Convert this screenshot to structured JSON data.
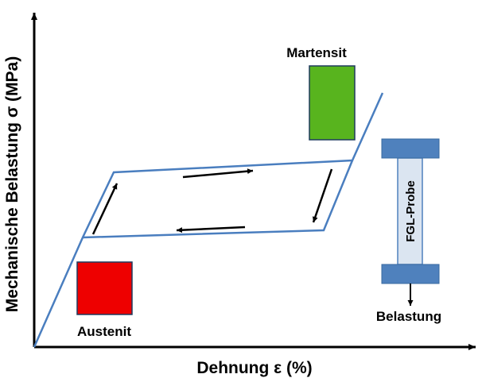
{
  "axes": {
    "ylabel": "Mechanische Belastung σ (MPa)",
    "xlabel": "Dehnung ε (%)"
  },
  "labels": {
    "martensite": "Martensit",
    "austenite": "Austenit",
    "specimen": "FGL-Probe",
    "load": "Belastung"
  },
  "colors": {
    "curve": "#4a7ebf",
    "martensite": "#58b41e",
    "austenite": "#ee0000",
    "specimen_clamp": "#4f81bd",
    "specimen_body": "#dbe5f1",
    "axis": "#000000"
  },
  "icons": {
    "arrows": "direction-arrow",
    "load_arrow": "arrow-down-icon"
  }
}
